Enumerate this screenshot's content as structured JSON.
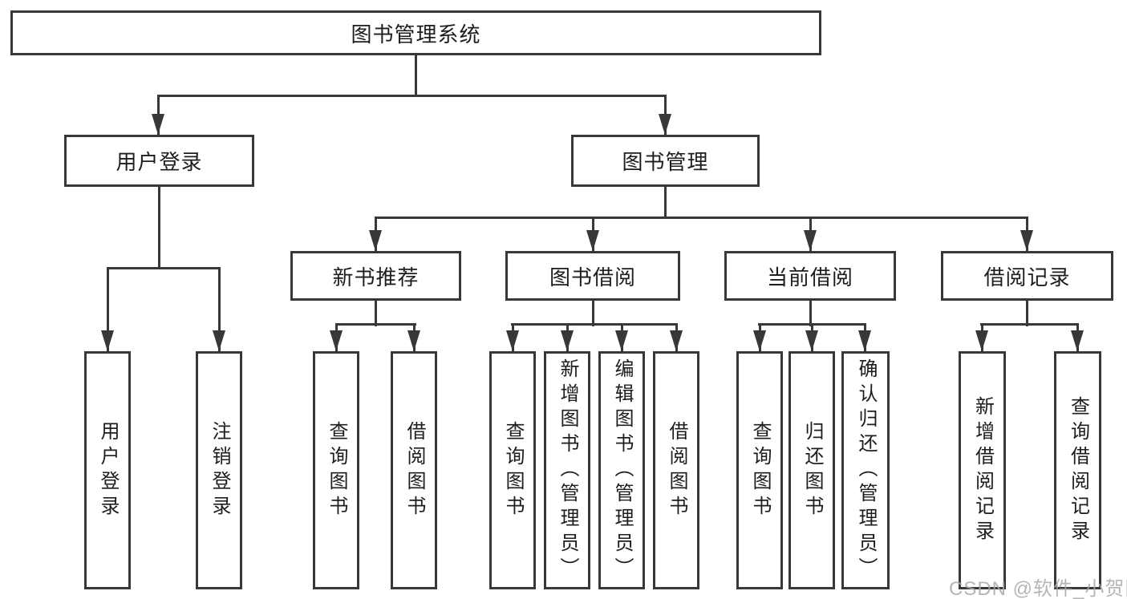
{
  "tree": {
    "root": "图书管理系统",
    "branches": [
      {
        "label": "用户登录",
        "leaves": [
          "用户登录",
          "注销登录"
        ]
      },
      {
        "label": "图书管理",
        "groups": [
          {
            "label": "新书推荐",
            "leaves": [
              "查询图书",
              "借阅图书"
            ]
          },
          {
            "label": "图书借阅",
            "leaves": [
              "查询图书",
              "新增图书（管理员）",
              "编辑图书（管理员）",
              "借阅图书"
            ]
          },
          {
            "label": "当前借阅",
            "leaves": [
              "查询图书",
              "归还图书",
              "确认归还（管理员）"
            ]
          },
          {
            "label": "借阅记录",
            "leaves": [
              "新增借阅记录",
              "查询借阅记录"
            ]
          }
        ]
      }
    ]
  },
  "watermark": "CSDN @软件_小贺同学",
  "colors": {
    "line": "#383838",
    "box_background": "#ffffff",
    "text": "#1d1d1d",
    "watermark": "#a8a8a8"
  }
}
